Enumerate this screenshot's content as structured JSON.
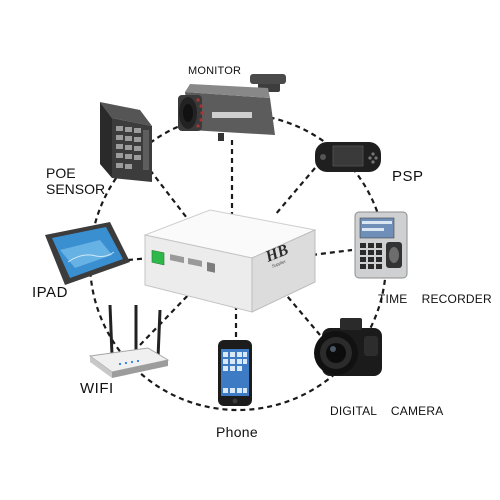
{
  "hub": {
    "brand": "HB",
    "brand_sub": "Supplier"
  },
  "devices": {
    "monitor": "MONITOR",
    "poe_sensor_line1": "POE",
    "poe_sensor_line2": "SENSOR",
    "psp": "PSP",
    "ipad": "IPAD",
    "time_recorder": "TIME    RECORDER",
    "wifi": "WIFI",
    "digital_camera": "DIGITAL    CAMERA",
    "phone": "Phone"
  },
  "colors": {
    "dash": "#1a1a1a",
    "hub_body": "#f2f2f2",
    "hub_shadow": "#bdbdbd",
    "led_green": "#2fb84a",
    "device_dark": "#2a2a2a",
    "ipad_screen": "#3a8fd1"
  },
  "icons": [
    "monitor-camera-icon",
    "poe-switch-icon",
    "psp-icon",
    "ipad-icon",
    "time-recorder-icon",
    "wifi-router-icon",
    "phone-icon",
    "camera-icon",
    "power-bank-hub-icon"
  ]
}
